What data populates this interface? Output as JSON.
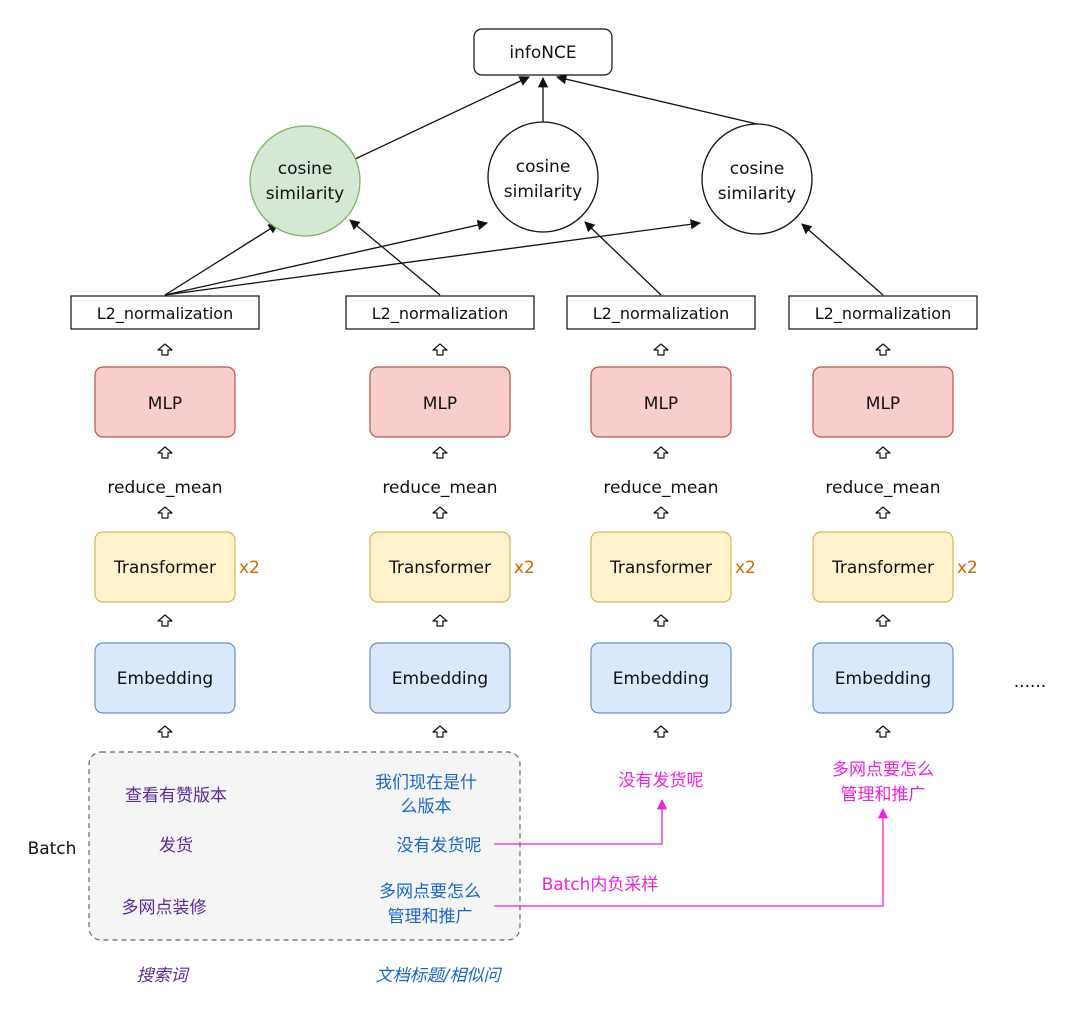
{
  "top": {
    "label": "infoNCE"
  },
  "similarity": [
    {
      "label_line1": "cosine",
      "label_line2": "similarity"
    },
    {
      "label_line1": "cosine",
      "label_line2": "similarity"
    },
    {
      "label_line1": "cosine",
      "label_line2": "similarity"
    }
  ],
  "towers": [
    {
      "l2": "L2_normalization",
      "mlp": "MLP",
      "reduce": "reduce_mean",
      "transformer": "Transformer",
      "multiplier": "x2",
      "embedding": "Embedding"
    },
    {
      "l2": "L2_normalization",
      "mlp": "MLP",
      "reduce": "reduce_mean",
      "transformer": "Transformer",
      "multiplier": "x2",
      "embedding": "Embedding"
    },
    {
      "l2": "L2_normalization",
      "mlp": "MLP",
      "reduce": "reduce_mean",
      "transformer": "Transformer",
      "multiplier": "x2",
      "embedding": "Embedding"
    },
    {
      "l2": "L2_normalization",
      "mlp": "MLP",
      "reduce": "reduce_mean",
      "transformer": "Transformer",
      "multiplier": "x2",
      "embedding": "Embedding"
    }
  ],
  "ellipsis": "......",
  "batch": {
    "label": "Batch",
    "queries": [
      "查看有赞版本",
      "发货",
      "多网点装修"
    ],
    "docs": [
      {
        "line1": "我们现在是什",
        "line2": "么版本"
      },
      {
        "line1": "没有发货呢",
        "line2": ""
      },
      {
        "line1": "多网点要怎么",
        "line2": "管理和推广"
      }
    ]
  },
  "negatives": [
    {
      "line1": "没有发货呢",
      "line2": ""
    },
    {
      "line1": "多网点要怎么",
      "line2": "管理和推广"
    }
  ],
  "negative_sampling_label": "Batch内负采样",
  "captions": {
    "query": "搜索词",
    "doc": "文档标题/相似问"
  },
  "colors": {
    "mlp_fill": "#f8cecc",
    "mlp_stroke": "#b85450",
    "transformer_fill": "#fff2cc",
    "transformer_stroke": "#d6b656",
    "embedding_fill": "#dae8fc",
    "embedding_stroke": "#6c8ebf",
    "similarity_highlight_fill": "#d5e8d4",
    "similarity_highlight_stroke": "#82b366",
    "batch_fill": "#f5f5f5",
    "negative_arrow": "#ee22dd",
    "query_text": "#5b2a9a",
    "doc_text": "#1a66cc",
    "multiplier_text": "#cc6600"
  }
}
